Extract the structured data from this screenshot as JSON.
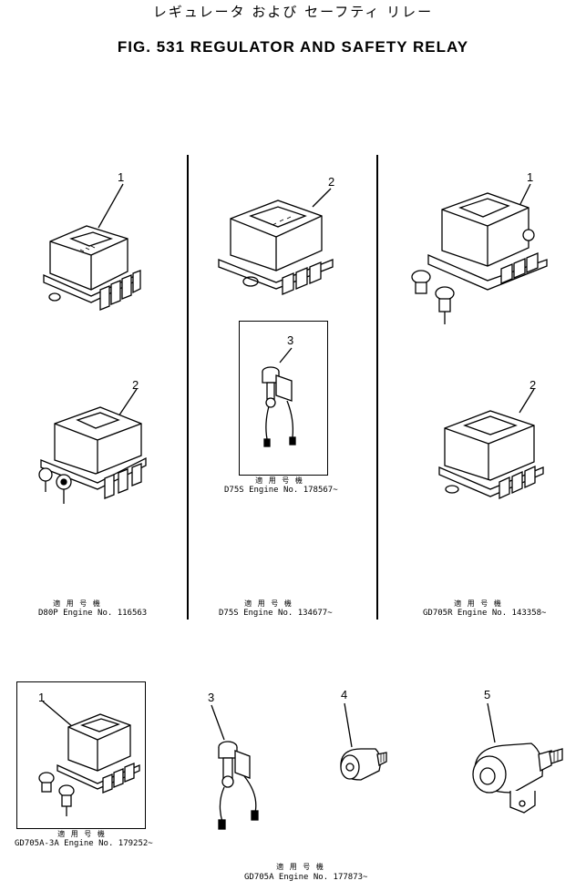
{
  "header": {
    "title_jp": "レギュレータ および セーフティ リレー",
    "title_en": "FIG. 531  REGULATOR AND SAFETY RELAY"
  },
  "callouts": {
    "p1_left_top": "1",
    "p2_left_bottom": "2",
    "p2_center_top": "2",
    "p3_center_box": "3",
    "p1_right_top": "1",
    "p2_right_bottom": "2",
    "p1_bottom_box": "1",
    "p3_bottom": "3",
    "p4_bottom": "4",
    "p5_bottom": "5"
  },
  "applicability": {
    "label": "適 用 号 機",
    "left": "D80P  Engine  No.  116563",
    "center_box": "D75S  Engine  No.  178567~",
    "center": "D75S  Engine  No.  134677~",
    "right": "GD705R  Engine  No.  143358~",
    "bottom_box": "GD705A-3A  Engine  No.  179252~",
    "bottom": "GD705A  Engine  No.  177873~"
  },
  "icons": {
    "regulator": "regulator-icon",
    "relay": "safety-relay-icon",
    "switch": "pressure-switch-icon",
    "solenoid": "solenoid-icon"
  }
}
